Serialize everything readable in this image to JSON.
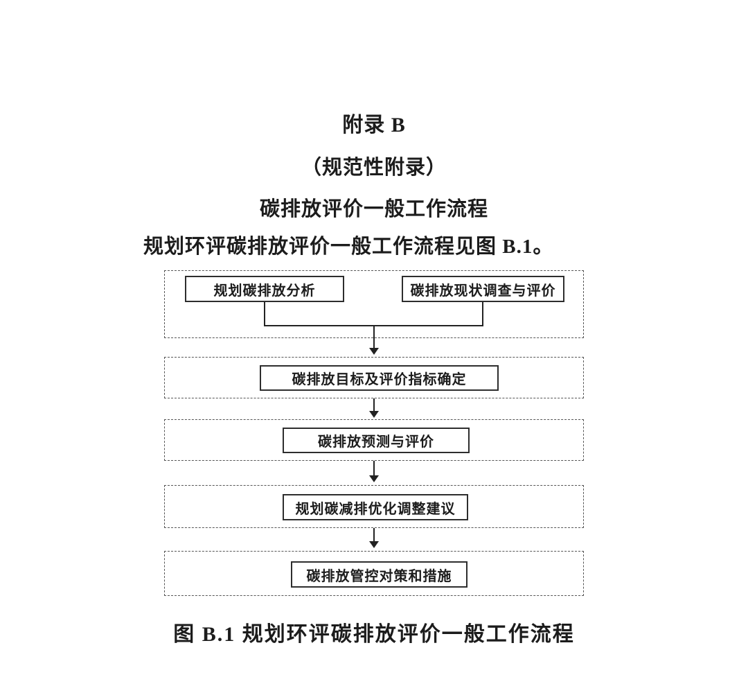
{
  "page": {
    "appendix_title": "附录 B",
    "appendix_subtitle": "（规范性附录）",
    "appendix_heading": "碳排放评价一般工作流程",
    "intro_text": "规划环评碳排放评价一般工作流程见图 B.1。",
    "figure_caption": "图 B.1  规划环评碳排放评价一般工作流程"
  },
  "flowchart": {
    "type": "flow",
    "direction": "top-down",
    "stages": [
      {
        "boxes": [
          "规划碳排放分析",
          "碳排放现状调查与评价"
        ]
      },
      {
        "boxes": [
          "碳排放目标及评价指标确定"
        ]
      },
      {
        "boxes": [
          "碳排放预测与评价"
        ]
      },
      {
        "boxes": [
          "规划碳减排优化调整建议"
        ]
      },
      {
        "boxes": [
          "碳排放管控对策和措施"
        ]
      }
    ]
  },
  "colors": {
    "ink": "#1c1c1c",
    "box_border": "#2d2d2d",
    "dashed_border": "#555555",
    "background": "#ffffff"
  }
}
